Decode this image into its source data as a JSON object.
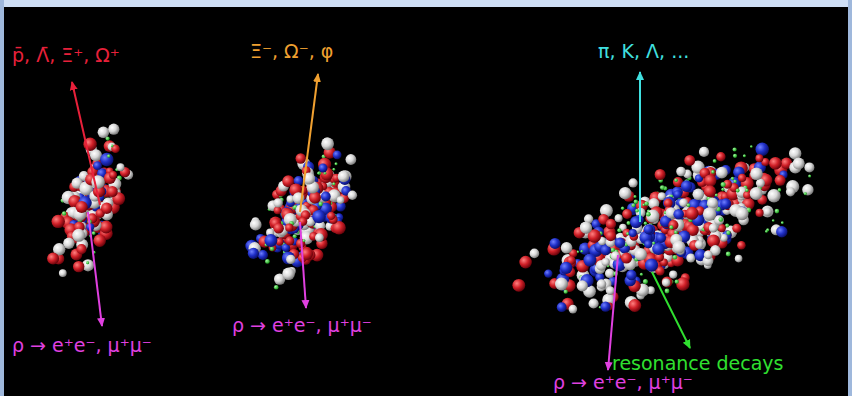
{
  "diagram": {
    "labels": [
      "p̄, Λ̄, Ξ⁺, Ω⁺",
      "Ξ⁻, Ω⁻, φ",
      "π, K, Λ, ...",
      "ρ → e⁺e⁻, μ⁺μ⁻",
      "ρ → e⁺e⁻, μ⁺μ⁻",
      "resonance decays",
      "ρ → e⁺e⁻, μ⁺μ⁻"
    ]
  }
}
